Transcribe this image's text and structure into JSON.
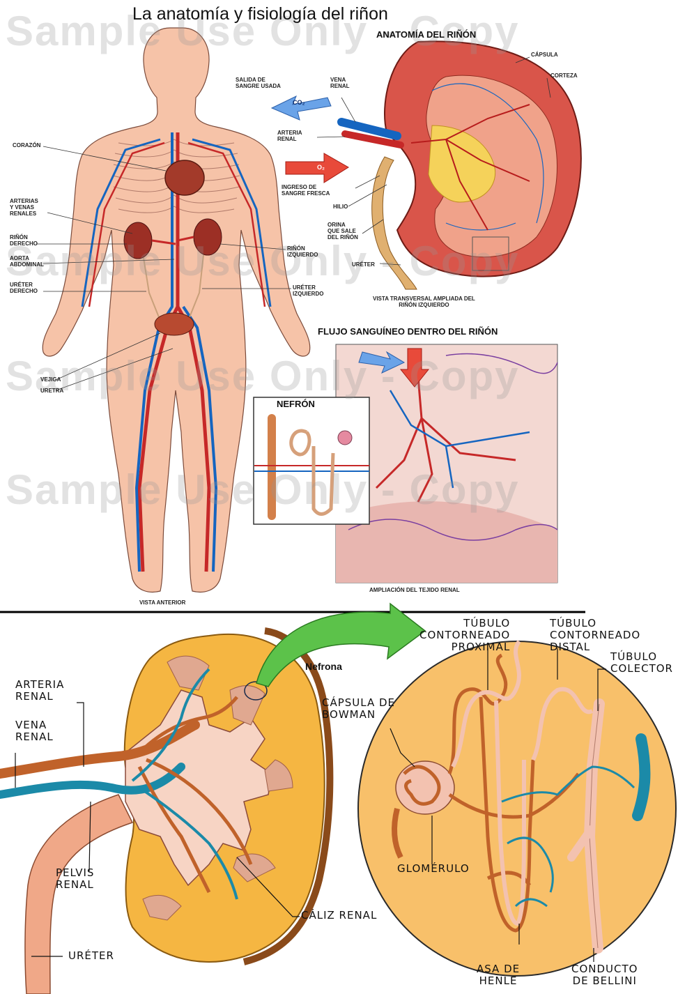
{
  "top_panel": {
    "title": "La anatomía y fisiología del riñon",
    "watermark": "Sample Use Only - Copy",
    "body_labels": {
      "corazon": "CORAZÓN",
      "arterias_venas": "ARTERIAS\nY VENAS\nRENALES",
      "rinon_derecho": "RIÑÓN\nDERECHO",
      "aorta": "AORTA\nABDOMINAL",
      "ureter_derecho": "URÉTER\nDERECHO",
      "rinon_izquierdo": "RIÑÓN\nIZQUIERDO",
      "ureter_izquierdo": "URÉTER\nIZQUIERDO",
      "vejiga": "VEJIGA",
      "uretra": "URETRA",
      "vista_anterior": "VISTA ANTERIOR"
    },
    "kidney_section": {
      "heading": "ANATOMÍA DEL RIÑÓN",
      "salida": "SALIDA DE\nSANGRE USADA",
      "vena_renal": "VENA\nRENAL",
      "arteria_renal": "ARTERIA\nRENAL",
      "ingreso": "INGRESO DE\nSANGRE FRESCA",
      "hilio": "HILIO",
      "orina": "ORINA\nQUE SALE\nDEL RIÑÓN",
      "ureter": "URÉTER",
      "capsula": "CÁPSULA",
      "corteza": "CORTEZA",
      "caption": "VISTA TRANSVERSAL AMPLIADA DEL\nRIÑÓN IZQUIERDO",
      "co2": "CO₂",
      "o2": "O₂"
    },
    "flow_section": {
      "heading": "FLUJO SANGUÍNEO DENTRO DEL RIÑÓN",
      "nefron": "NEFRÓN",
      "caption": "AMPLIACIÓN DEL TEJIDO RENAL"
    }
  },
  "bottom_panel": {
    "nefrona": "Nefrona",
    "arteria_renal": "ARTERIA\nRENAL",
    "vena_renal": "VENA\nRENAL",
    "pelvis_renal": "PELVIS\nRENAL",
    "ureter": "URÉTER",
    "caliz_renal": "CÁLIZ RENAL",
    "tubulo_proximal": "TÚBULO\nCONTORNEADO\nPROXIMAL",
    "tubulo_distal": "TÚBULO\nCONTORNEADO\nDISTAL",
    "tubulo_colector": "TÚBULO\nCOLECTOR",
    "capsula_bowman": "CÁPSULA DE\nBOWMAN",
    "glomerulo": "GLOMÉRULO",
    "asa_henle": "ASA DE\nHENLE",
    "conducto_bellini": "CONDUCTO\nDE BELLINI"
  },
  "colors": {
    "artery": "#c62828",
    "vein": "#1565c0",
    "skin": "#f6c3a8",
    "kidney_orange": "#f5b642",
    "tubule_pink": "#f3c2b0",
    "nephron_brown": "#c0622a",
    "nephron_blue": "#1b8aa8",
    "arrow_green": "#5cc24a"
  }
}
